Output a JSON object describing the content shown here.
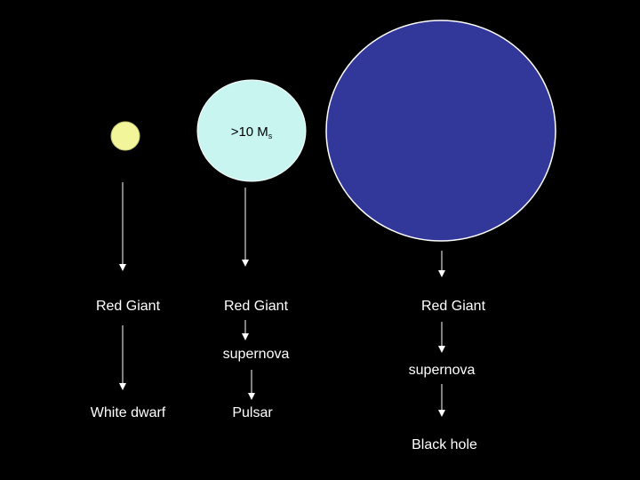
{
  "stars": {
    "small": {
      "fill": "#f2f59a",
      "edge": "#c8c878"
    },
    "medium": {
      "fill": "#c8f5ef",
      "edge": "#ffffff",
      "mass_prefix": ">10 M",
      "mass_subscript": "s"
    },
    "large": {
      "fill": "#32379a",
      "edge": "#ffffff"
    }
  },
  "paths": {
    "small": {
      "stage1": "Red Giant",
      "stage2": "White dwarf"
    },
    "medium": {
      "stage1": "Red Giant",
      "stage2": "supernova",
      "stage3": "Pulsar"
    },
    "large": {
      "stage1": "Red Giant",
      "stage2": "supernova",
      "stage3": "Black hole"
    }
  },
  "colors": {
    "background": "#000000",
    "text": "#ffffff",
    "arrow": "#ffffff"
  }
}
